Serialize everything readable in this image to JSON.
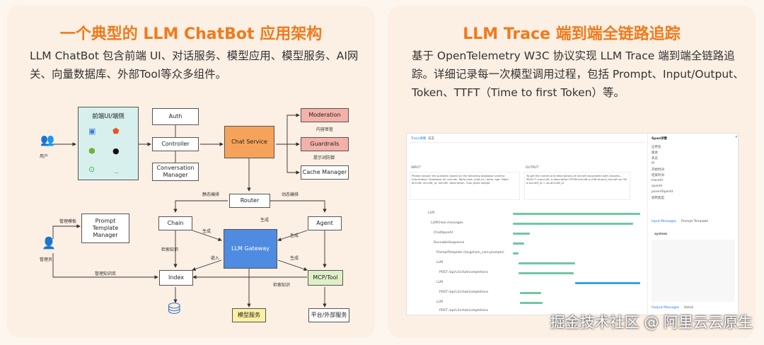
{
  "left": {
    "title": "一个典型的 LLM ChatBot 应用架构",
    "description": "LLM ChatBot 包含前端 UI、对话服务、模型应用、模型服务、AI网关、向量数据库、外部Tool等众多组件。",
    "diagram": {
      "user": "用户",
      "admin": "管理员",
      "frontend": "前端UI/端侧",
      "frontend_more": "...",
      "auth": "Auth",
      "controller": "Controller",
      "conv_manager": "Conversation Manager",
      "chat_service": "Chat Service",
      "moderation": "Moderation",
      "guardrails": "Guardrails",
      "cache_manager": "Cache Manager",
      "content_review": "内容审查",
      "prompt_guard": "提示词防御",
      "router": "Router",
      "static_orch": "静态编排",
      "dynamic_orch": "动态编排",
      "prompt_template_manager": "Prompt Template Manager",
      "chain": "Chain",
      "agent": "Agent",
      "llm_gateway": "LLM Gateway",
      "index": "Index",
      "mcp_tool": "MCP/Tool",
      "model_service": "模型服务",
      "platform_service": "平台/外部服务",
      "manage_template": "管理模板",
      "manage_knowledge": "管理知识库",
      "retrieve_knowledge_1": "检索知识",
      "retrieve_knowledge_2": "检索知识",
      "generate_1": "生成",
      "generate_2": "生成",
      "generate_3": "生成",
      "generate_4": "生成",
      "embed": "嵌入"
    }
  },
  "right": {
    "title": "LLM Trace 端到端全链路追踪",
    "description": "基于 OpenTelemetry W3C 协议实现 LLM Trace 端到端全链路追踪。详细记录每一次模型调用过程，包括 Prompt、Input/Output、Token、TTFT（Time to first Token）等。",
    "screenshot": {
      "tab_trace": "Trace详情",
      "tab_log": "日志",
      "input_label": "INPUT",
      "output_label": "OUTPUT",
      "span_detail": "Span详情",
      "input_messages": "Input Messages",
      "prompt_template": "Prompt Template",
      "system_label": "system",
      "output_messages": "Output Messages",
      "detail_tab": "Detail",
      "input_text": "Please answer the question based on the following database schema information: Database ID: aircraft. Table pilot: pilot_id, name, age. Table aircraft: aircraft_id, aircraft, description, max gross weight",
      "output_text": "To get the names and descriptions of aircraft associated with airports... SELECT a.aircraft, a.description FROM aircraft a JOIN airport_aircraft aa ON a.aircraft_id = aa.aircraft_id",
      "span_names": [
        "LLM",
        "LLMChain.messages",
        "ChatOpenAI",
        "RunnableSequence",
        "PromptTemplate (langchain_core.prompts)",
        "LLM",
        "POST /api/v1/chat/completions",
        "LLM",
        "POST /api/v1/chat/completions",
        "LLM",
        "POST /api/v1/chat/completions"
      ],
      "kv_keys": [
        "应用名",
        "版本",
        "状态",
        "IP",
        "开始时间",
        "结束时间",
        "traceId",
        "spanId",
        "parentSpanId",
        "调用类型"
      ]
    }
  },
  "watermark": "掘金技术社区 @ 阿里云云原生",
  "colors": {
    "accent": "#f07a1c",
    "frontend_fill": "#d7f0ee",
    "chat_service": "#f5a35a",
    "moderation": "#f3b1aa",
    "llm_gateway": "#4f8be0",
    "mcp_tool": "#dff0c8",
    "model_service": "#fdf1a3",
    "index_db": "#3a78c9"
  }
}
